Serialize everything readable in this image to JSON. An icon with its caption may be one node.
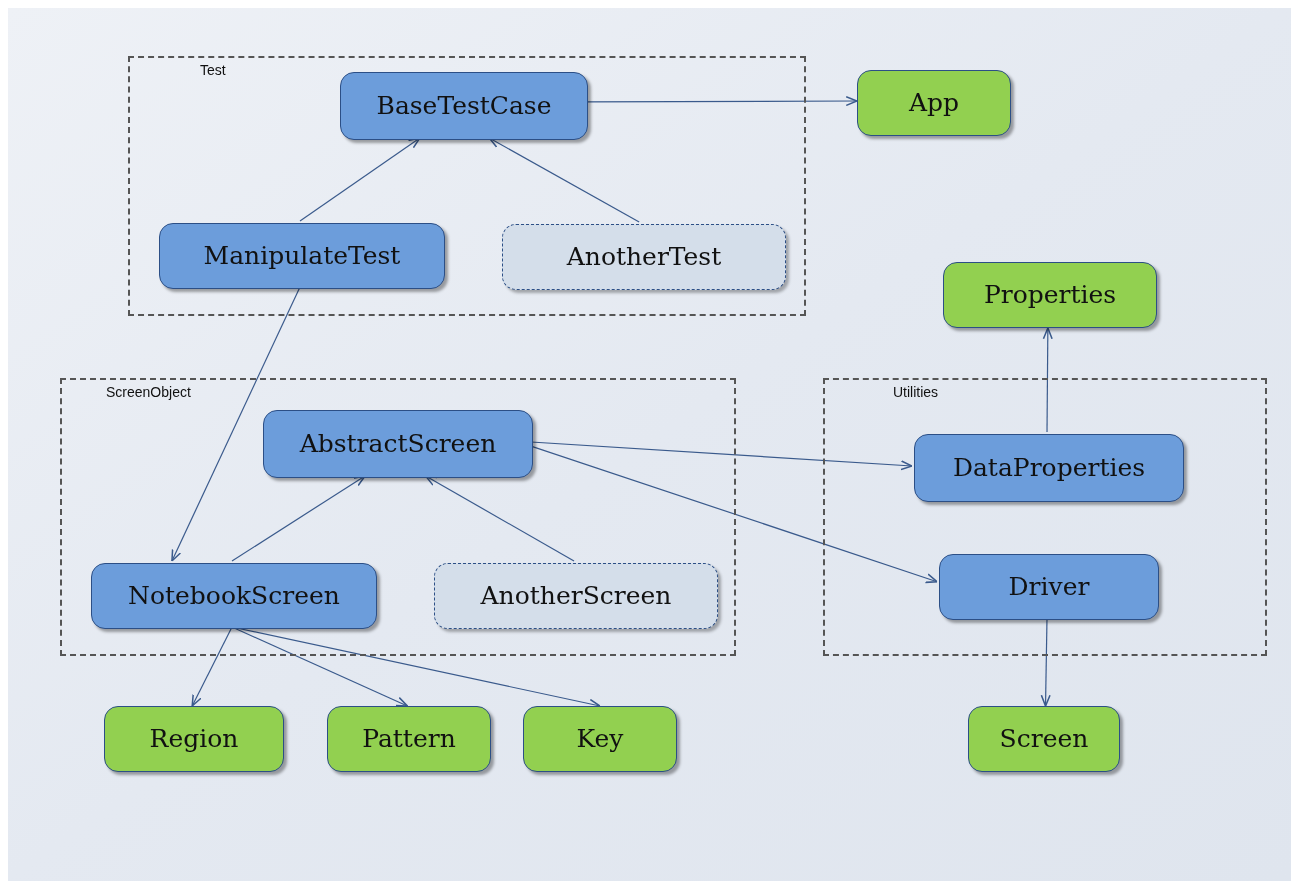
{
  "diagram": {
    "nodes": [
      {
        "text": [
          "Test"
        ]
      },
      {
        "text": [
          "BaseTestCase"
        ],
        "in": 0
      },
      {
        "text": [
          "ManipulateTest"
        ],
        "in": 0
      },
      {
        "text": [
          "AnotherTest"
        ],
        "in": 0
      },
      {
        "text": [
          "App"
        ]
      },
      {
        "text": [
          "Properties"
        ]
      },
      {
        "text": [
          "ScreenObject"
        ]
      },
      {
        "text": [
          "AbstractScreen"
        ],
        "in": 6
      },
      {
        "text": [
          "NotebookScreen"
        ],
        "in": 6
      },
      {
        "text": [
          "AnotherScreen"
        ],
        "in": 6
      },
      {
        "text": [
          "Utilities"
        ]
      },
      {
        "text": [
          "DataProperties"
        ],
        "in": 10
      },
      {
        "text": [
          "Driver"
        ],
        "in": 10
      },
      {
        "text": [
          "Region"
        ]
      },
      {
        "text": [
          "Pattern"
        ]
      },
      {
        "text": [
          "Key"
        ]
      },
      {
        "text": [
          "Screen"
        ]
      }
    ],
    "edges": [
      {
        "from": 2,
        "to": 1,
        "arrow": "to"
      },
      {
        "from": 3,
        "to": 1,
        "arrow": "to"
      },
      {
        "from": 1,
        "to": 4,
        "arrow": "to"
      },
      {
        "from": 2,
        "to": 8,
        "arrow": "to"
      },
      {
        "from": 8,
        "to": 7,
        "arrow": "to"
      },
      {
        "from": 9,
        "to": 7,
        "arrow": "to"
      },
      {
        "from": 7,
        "to": 11,
        "arrow": "to"
      },
      {
        "from": 7,
        "to": 12,
        "arrow": "to"
      },
      {
        "from": 11,
        "to": 5,
        "arrow": "to"
      },
      {
        "from": 12,
        "to": 16,
        "arrow": "to"
      },
      {
        "from": 8,
        "to": 13,
        "arrow": "to"
      },
      {
        "from": 8,
        "to": 14,
        "arrow": "to"
      },
      {
        "from": 8,
        "to": 15,
        "arrow": "to"
      }
    ]
  }
}
